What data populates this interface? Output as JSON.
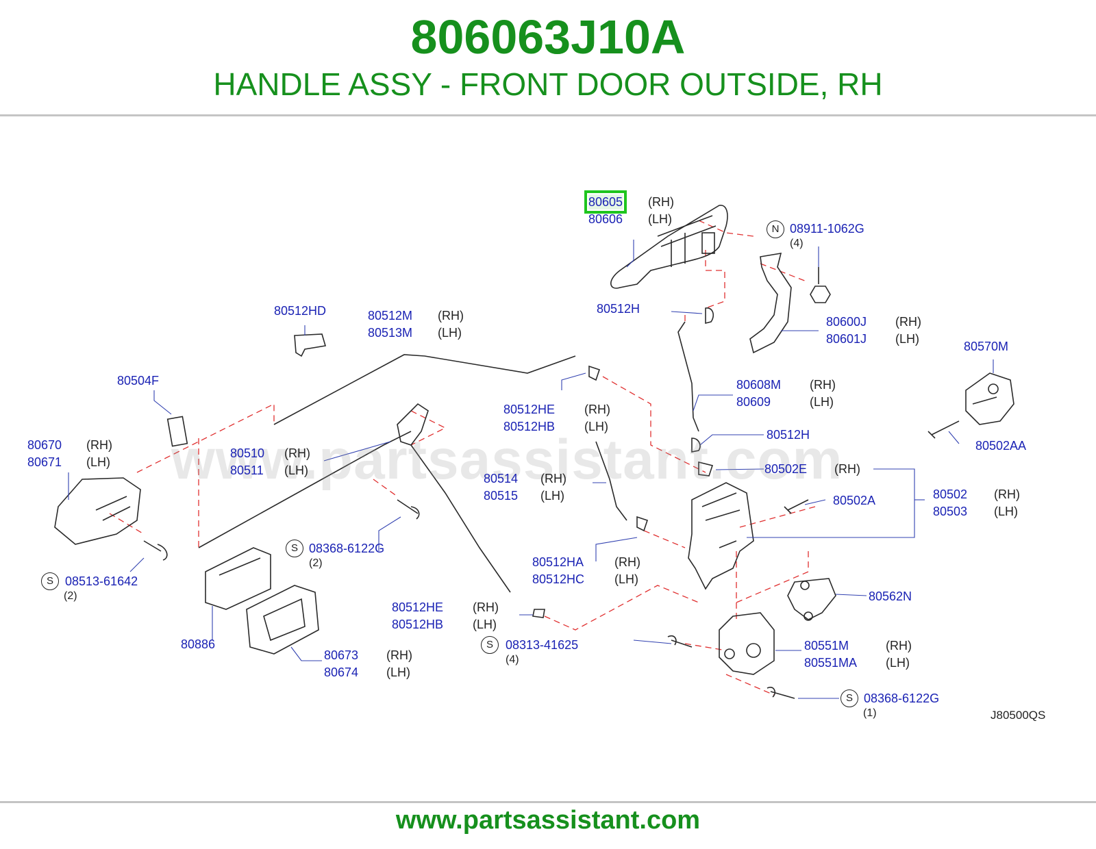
{
  "header": {
    "part_number": "806063J10A",
    "description": "HANDLE ASSY - FRONT DOOR OUTSIDE, RH"
  },
  "footer": {
    "url": "www.partsassistant.com"
  },
  "watermark": "www.partsassistant.com",
  "diagram_code": "J80500QS",
  "colors": {
    "brand_green": "#16901d",
    "callout_blue": "#1a22b4",
    "highlight": "#1ec51e",
    "leader_red": "#e03030"
  },
  "highlighted_part": "80605",
  "callouts": [
    {
      "id": "80605",
      "suffix": "(RH)"
    },
    {
      "id": "80606",
      "suffix": "(LH)"
    },
    {
      "id": "08911-1062G",
      "prefix": "N",
      "qty": "(4)"
    },
    {
      "id": "80512H"
    },
    {
      "id": "80512HD"
    },
    {
      "id": "80512M",
      "suffix": "(RH)"
    },
    {
      "id": "80513M",
      "suffix": "(LH)"
    },
    {
      "id": "80600J",
      "suffix": "(RH)"
    },
    {
      "id": "80601J",
      "suffix": "(LH)"
    },
    {
      "id": "80570M"
    },
    {
      "id": "80504F"
    },
    {
      "id": "80608M",
      "suffix": "(RH)"
    },
    {
      "id": "80609",
      "suffix": "(LH)"
    },
    {
      "id": "80512HE",
      "suffix": "(RH)"
    },
    {
      "id": "80512HB",
      "suffix": "(LH)"
    },
    {
      "id": "80670",
      "suffix": "(RH)"
    },
    {
      "id": "80671",
      "suffix": "(LH)"
    },
    {
      "id": "80512H"
    },
    {
      "id": "80502AA"
    },
    {
      "id": "80510",
      "suffix": "(RH)"
    },
    {
      "id": "80511",
      "suffix": "(LH)"
    },
    {
      "id": "80502E",
      "suffix": "(RH)"
    },
    {
      "id": "80514",
      "suffix": "(RH)"
    },
    {
      "id": "80515",
      "suffix": "(LH)"
    },
    {
      "id": "80502A"
    },
    {
      "id": "80502",
      "suffix": "(RH)"
    },
    {
      "id": "80503",
      "suffix": "(LH)"
    },
    {
      "id": "08368-6122G",
      "prefix": "S",
      "qty": "(2)"
    },
    {
      "id": "08513-61642",
      "prefix": "S",
      "qty": "(2)"
    },
    {
      "id": "80512HA",
      "suffix": "(RH)"
    },
    {
      "id": "80512HC",
      "suffix": "(LH)"
    },
    {
      "id": "80562N"
    },
    {
      "id": "80512HE",
      "suffix": "(RH)"
    },
    {
      "id": "80512HB",
      "suffix": "(LH)"
    },
    {
      "id": "80886"
    },
    {
      "id": "08313-41625",
      "prefix": "S",
      "qty": "(4)"
    },
    {
      "id": "80551M",
      "suffix": "(RH)"
    },
    {
      "id": "80551MA",
      "suffix": "(LH)"
    },
    {
      "id": "80673",
      "suffix": "(RH)"
    },
    {
      "id": "80674",
      "suffix": "(LH)"
    },
    {
      "id": "08368-6122G",
      "prefix": "S",
      "qty": "(1)"
    }
  ]
}
